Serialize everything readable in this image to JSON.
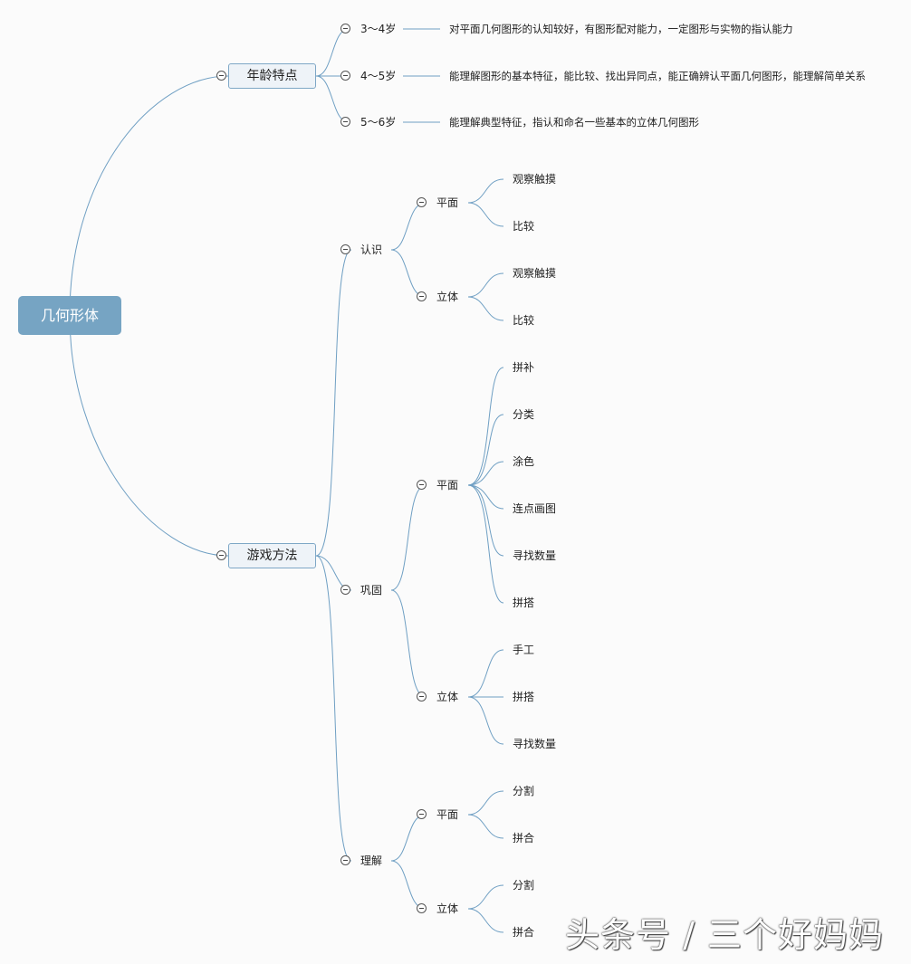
{
  "root": "几何形体",
  "age": {
    "label": "年龄特点",
    "items": [
      {
        "age": "3～4岁",
        "desc": "对平面几何图形的认知较好，有图形配对能力，一定图形与实物的指认能力"
      },
      {
        "age": "4～5岁",
        "desc": "能理解图形的基本特征，能比较、找出异同点，能正确辨认平面几何图形，能理解简单关系"
      },
      {
        "age": "5～6岁",
        "desc": "能理解典型特征，指认和命名一些基本的立体几何图形"
      }
    ]
  },
  "game": {
    "label": "游戏方法",
    "recognize": {
      "label": "认识",
      "plane": {
        "label": "平面",
        "items": [
          "观察触摸",
          "比较"
        ]
      },
      "solid": {
        "label": "立体",
        "items": [
          "观察触摸",
          "比较"
        ]
      }
    },
    "consolidate": {
      "label": "巩固",
      "plane": {
        "label": "平面",
        "items": [
          "拼补",
          "分类",
          "涂色",
          "连点画图",
          "寻找数量",
          "拼搭"
        ]
      },
      "solid": {
        "label": "立体",
        "items": [
          "手工",
          "拼搭",
          "寻找数量"
        ]
      }
    },
    "understand": {
      "label": "理解",
      "plane": {
        "label": "平面",
        "items": [
          "分割",
          "拼合"
        ]
      },
      "solid": {
        "label": "立体",
        "items": [
          "分割",
          "拼合"
        ]
      }
    }
  },
  "watermark": "头条号 / 三个好妈妈",
  "colors": {
    "link": "#6f9fc3",
    "root_fill": "#76a4c3",
    "main_fill": "#eef3f8"
  }
}
